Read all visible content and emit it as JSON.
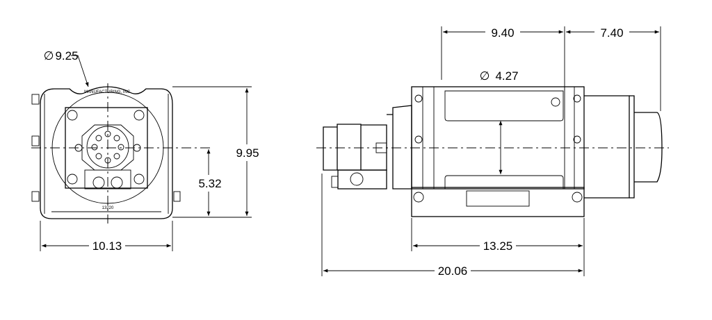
{
  "drawing": {
    "front_view": {
      "diameter_label": "9.25",
      "height_label": "9.95",
      "center_height_label": "5.32",
      "width_label": "10.13",
      "maker_text": "MANUFACTURING, INC.",
      "part_number": "13220"
    },
    "side_view": {
      "drum_length_label": "9.40",
      "motor_length_label": "7.40",
      "drum_diameter_label": "4.27",
      "base_length_label": "13.25",
      "overall_length_label": "20.06"
    },
    "diameter_symbol": "∅"
  }
}
